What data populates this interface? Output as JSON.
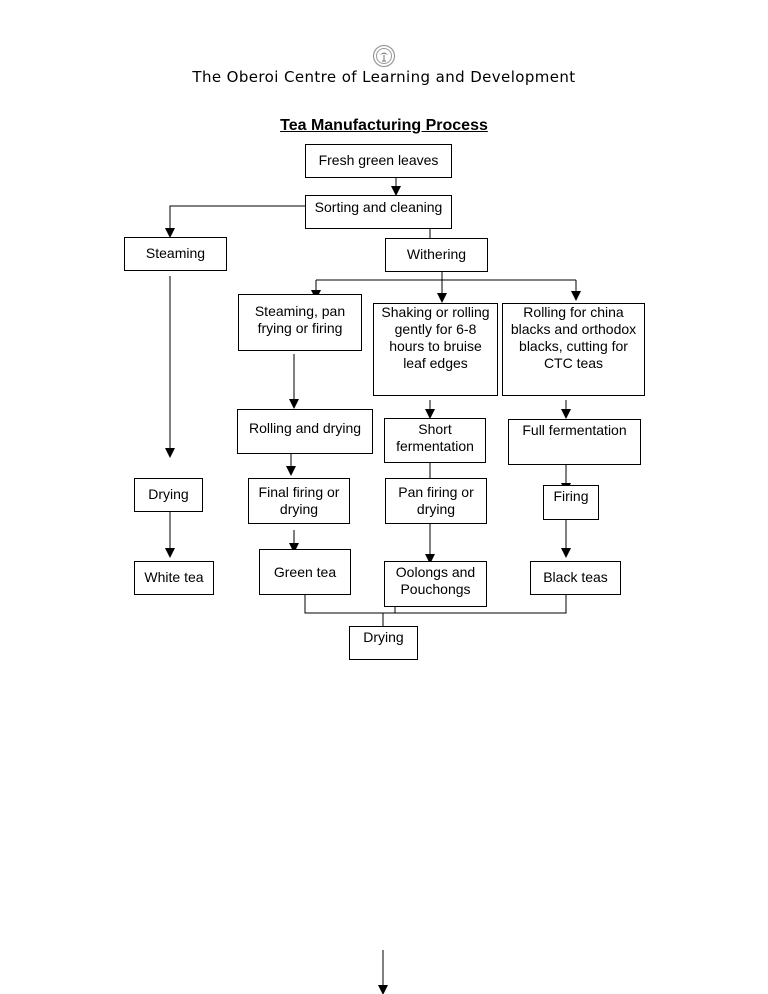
{
  "header": {
    "org_name": "The Oberoi Centre of Learning and Development",
    "logo_icon": "oberoi-emblem-icon"
  },
  "diagram": {
    "title": "Tea Manufacturing Process",
    "nodes": {
      "fresh_leaves": "Fresh green leaves",
      "sorting": "Sorting and cleaning",
      "steaming": "Steaming",
      "withering": "Withering",
      "steam_pan_fry": "Steaming, pan frying or firing",
      "shaking": "Shaking or rolling gently for 6-8 hours to bruise leaf edges",
      "rolling_china": "Rolling for china blacks and orthodox blacks, cutting for CTC teas",
      "rolling_drying": "Rolling and drying",
      "short_fermentation": "Short fermentation",
      "full_fermentation": "Full fermentation",
      "drying_white": "Drying",
      "final_firing": "Final firing or drying",
      "pan_firing": "Pan firing or drying",
      "firing": "Firing",
      "white_tea": "White tea",
      "green_tea": "Green tea",
      "oolongs": "Oolongs and Pouchongs",
      "black_teas": "Black teas",
      "drying_final": "Drying"
    }
  }
}
